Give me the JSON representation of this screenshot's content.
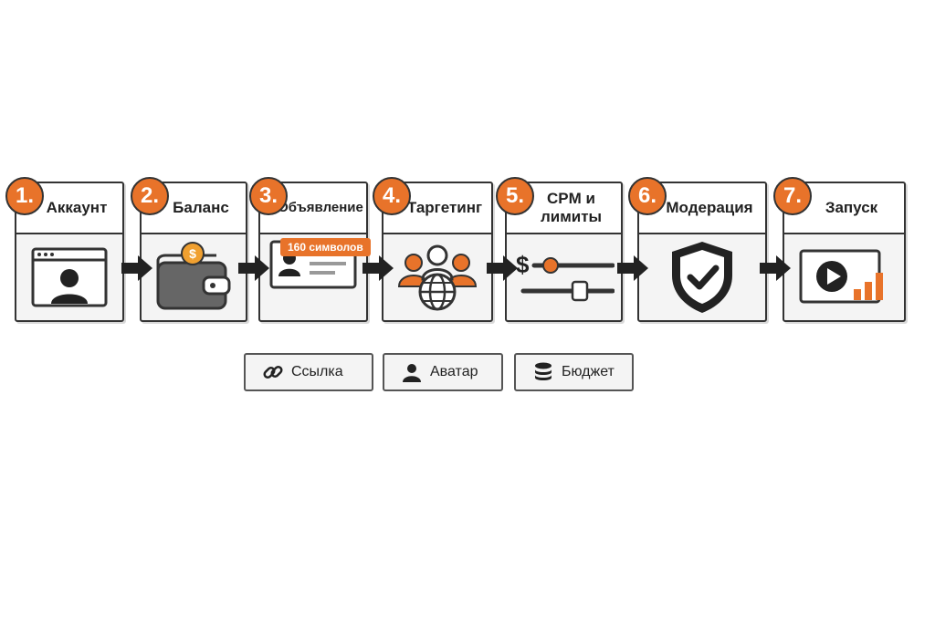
{
  "steps": [
    {
      "number": "1.",
      "label": "Аккаунт",
      "icon": "user-browser-icon"
    },
    {
      "number": "2.",
      "label": "Баланс",
      "icon": "wallet-coin-icon"
    },
    {
      "number": "3.",
      "label": "Объявление",
      "icon": "ad-card-icon",
      "tag": "160 символов"
    },
    {
      "number": "4.",
      "label": "Таргетинг",
      "icon": "audience-globe-icon"
    },
    {
      "number": "5.",
      "label": "CPM и лимиты",
      "icon": "price-sliders-icon",
      "currency": "$"
    },
    {
      "number": "6.",
      "label": "Модерация",
      "icon": "shield-check-icon"
    },
    {
      "number": "7.",
      "label": "Запуск",
      "icon": "play-chart-icon"
    }
  ],
  "extras": [
    {
      "label": "Ссылка",
      "icon": "link-icon"
    },
    {
      "label": "Аватар",
      "icon": "user-icon"
    },
    {
      "label": "Бюджет",
      "icon": "coins-stack-icon"
    }
  ],
  "colors": {
    "accent": "#e8732a",
    "outline": "#333333",
    "card": "#f4f4f4"
  }
}
